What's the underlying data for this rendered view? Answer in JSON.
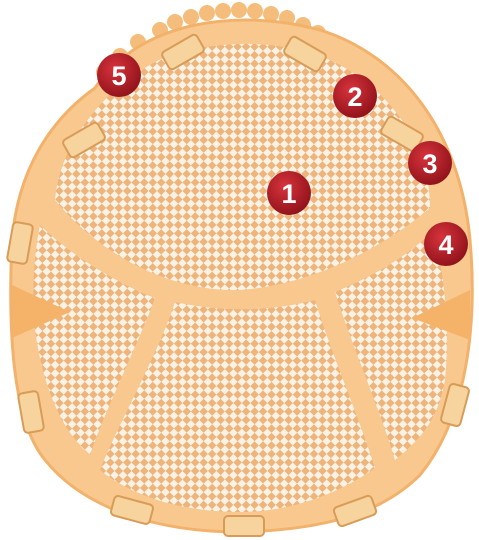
{
  "colors": {
    "background": "#ffffff",
    "body_fill": "#f9c88e",
    "body_edge": "#f2b26b",
    "mesh_light": "#fbf2e6",
    "mesh_dark": "#eeb47a",
    "tab_fill": "#f7d39d",
    "tab_edge": "#d89c58",
    "marker_fill": "#b0202a",
    "marker_text": "#ffffff"
  },
  "markers": [
    {
      "id": 1,
      "label": "1"
    },
    {
      "id": 2,
      "label": "2"
    },
    {
      "id": 3,
      "label": "3"
    },
    {
      "id": 4,
      "label": "4"
    },
    {
      "id": 5,
      "label": "5"
    }
  ]
}
